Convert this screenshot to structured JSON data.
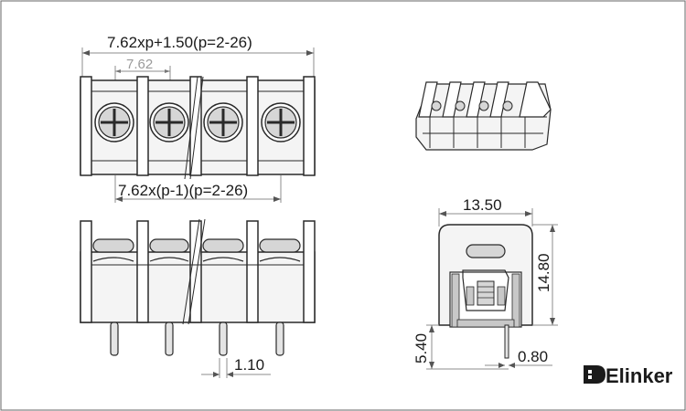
{
  "top_view": {
    "overall_width_label": "7.62xp+1.50(p=2-26)",
    "pitch_label": "7.62",
    "pin_span_label": "7.62x(p-1)(p=2-26)"
  },
  "front_view": {
    "pin_width_label": "1.10"
  },
  "side_view": {
    "width_label": "13.50",
    "height_label": "14.80",
    "pin_offset_label": "5.40",
    "pin_thickness_label": "0.80"
  },
  "brand": {
    "name": "Elinker",
    "icon": "elinker-logo-icon"
  },
  "colors": {
    "line": "#2a2a2a",
    "body_fill": "#f4f4f4",
    "screw_fill": "#d6d6d6",
    "dim_line": "#8c8c8c",
    "accent_fill": "#c8c8c8"
  }
}
